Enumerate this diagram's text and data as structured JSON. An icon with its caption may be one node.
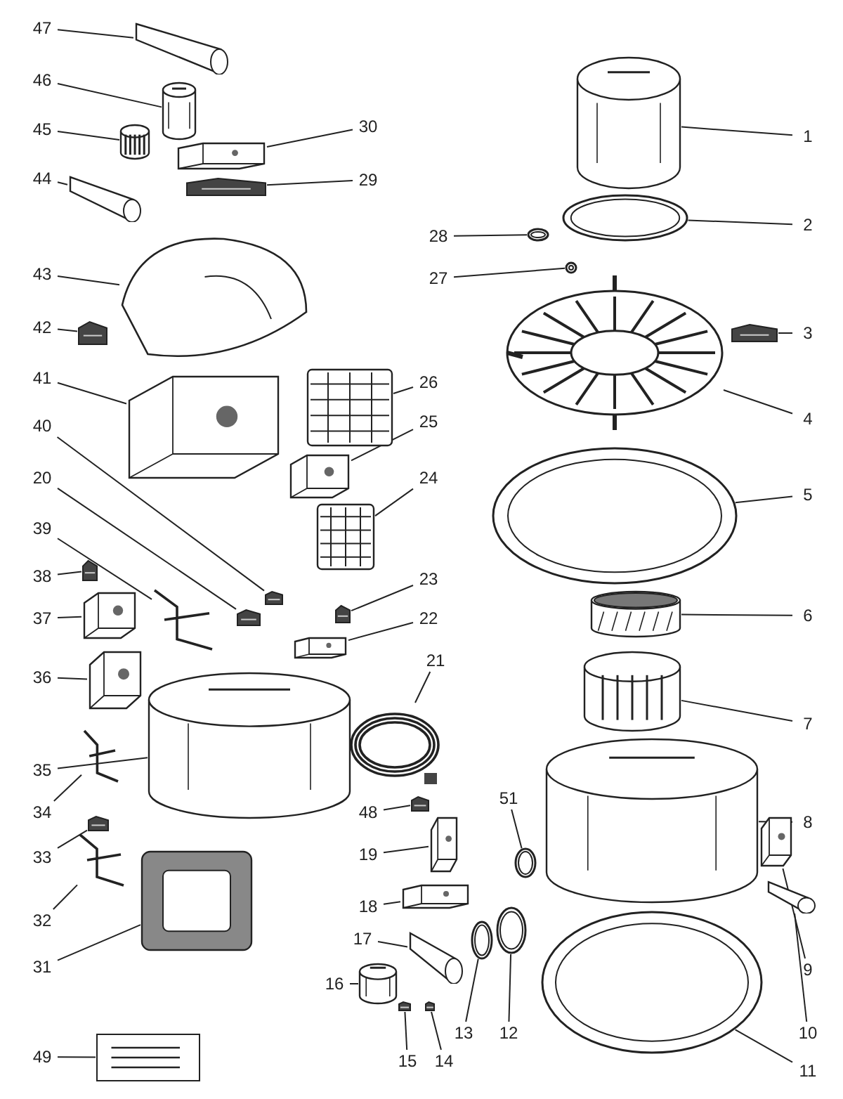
{
  "diagram": {
    "nodes": [
      {
        "text": [
          "47"
        ]
      },
      {
        "text": [],
        "shape": "picture"
      },
      {
        "text": [
          "46"
        ]
      },
      {
        "text": [],
        "shape": "picture"
      },
      {
        "text": [
          "45"
        ]
      },
      {
        "text": [],
        "shape": "picture"
      },
      {
        "text": [
          "44"
        ]
      },
      {
        "text": [],
        "shape": "picture"
      },
      {
        "text": [
          "30"
        ]
      },
      {
        "text": [],
        "shape": "picture"
      },
      {
        "text": [
          "29"
        ]
      },
      {
        "text": [],
        "shape": "picture"
      },
      {
        "text": [
          "43"
        ]
      },
      {
        "text": [],
        "shape": "picture"
      },
      {
        "text": [
          "42"
        ]
      },
      {
        "text": [],
        "shape": "picture"
      },
      {
        "text": [
          "41"
        ]
      },
      {
        "text": [],
        "shape": "picture"
      },
      {
        "text": [
          "26"
        ]
      },
      {
        "text": [],
        "shape": "picture"
      },
      {
        "text": [
          "25"
        ]
      },
      {
        "text": [],
        "shape": "picture"
      },
      {
        "text": [
          "40"
        ]
      },
      {
        "text": [],
        "shape": "picture"
      },
      {
        "text": [
          "20"
        ]
      },
      {
        "text": [],
        "shape": "picture"
      },
      {
        "text": [
          "24"
        ]
      },
      {
        "text": [],
        "shape": "picture"
      },
      {
        "text": [
          "39"
        ]
      },
      {
        "text": [],
        "shape": "picture"
      },
      {
        "text": [
          "38"
        ]
      },
      {
        "text": [],
        "shape": "picture"
      },
      {
        "text": [
          "37"
        ]
      },
      {
        "text": [],
        "shape": "picture"
      },
      {
        "text": [
          "23"
        ]
      },
      {
        "text": [],
        "shape": "picture"
      },
      {
        "text": [
          "22"
        ]
      },
      {
        "text": [],
        "shape": "picture"
      },
      {
        "text": [
          "36"
        ]
      },
      {
        "text": [],
        "shape": "picture"
      },
      {
        "text": [
          "21"
        ]
      },
      {
        "text": [],
        "shape": "picture"
      },
      {
        "text": [
          "35"
        ]
      },
      {
        "text": [],
        "shape": "picture"
      },
      {
        "text": [
          "34"
        ]
      },
      {
        "text": [],
        "shape": "picture"
      },
      {
        "text": [
          "48"
        ]
      },
      {
        "text": [],
        "shape": "picture"
      },
      {
        "text": [
          "33"
        ]
      },
      {
        "text": [],
        "shape": "picture"
      },
      {
        "text": [
          "32"
        ]
      },
      {
        "text": [],
        "shape": "picture"
      },
      {
        "text": [
          "31"
        ]
      },
      {
        "text": [],
        "shape": "picture"
      },
      {
        "text": [
          "49"
        ]
      },
      {
        "text": [],
        "shape": "picture"
      },
      {
        "text": [
          "1"
        ]
      },
      {
        "text": [],
        "shape": "picture"
      },
      {
        "text": [
          "2"
        ]
      },
      {
        "text": [],
        "shape": "picture"
      },
      {
        "text": [
          "28"
        ]
      },
      {
        "text": [],
        "shape": "picture"
      },
      {
        "text": [
          "27"
        ]
      },
      {
        "text": [],
        "shape": "picture"
      },
      {
        "text": [
          "3"
        ]
      },
      {
        "text": [],
        "shape": "picture"
      },
      {
        "text": [
          "4"
        ]
      },
      {
        "text": [],
        "shape": "picture"
      },
      {
        "text": [
          "5"
        ]
      },
      {
        "text": [],
        "shape": "picture"
      },
      {
        "text": [
          "6"
        ]
      },
      {
        "text": [],
        "shape": "picture"
      },
      {
        "text": [
          "7"
        ]
      },
      {
        "text": [],
        "shape": "picture"
      },
      {
        "text": [
          "51"
        ]
      },
      {
        "text": [],
        "shape": "picture"
      },
      {
        "text": [
          "8"
        ]
      },
      {
        "text": [],
        "shape": "picture"
      },
      {
        "text": [
          "19"
        ]
      },
      {
        "text": [],
        "shape": "picture"
      },
      {
        "text": [
          "18"
        ]
      },
      {
        "text": [],
        "shape": "picture"
      },
      {
        "text": [
          "9"
        ]
      },
      {
        "text": [],
        "shape": "picture"
      },
      {
        "text": [
          "17"
        ]
      },
      {
        "text": [],
        "shape": "picture"
      },
      {
        "text": [
          "16"
        ]
      },
      {
        "text": [],
        "shape": "picture"
      },
      {
        "text": [
          "13"
        ]
      },
      {
        "text": [],
        "shape": "picture"
      },
      {
        "text": [
          "12"
        ]
      },
      {
        "text": [],
        "shape": "picture"
      },
      {
        "text": [
          "15"
        ]
      },
      {
        "text": [],
        "shape": "picture"
      },
      {
        "text": [
          "14"
        ]
      },
      {
        "text": [],
        "shape": "picture"
      },
      {
        "text": [
          "10"
        ]
      },
      {
        "text": [],
        "shape": "picture"
      },
      {
        "text": [
          "11"
        ]
      },
      {
        "text": [],
        "shape": "picture"
      }
    ],
    "edges": [
      {
        "from": 0,
        "to": 1,
        "arrow": "none"
      },
      {
        "from": 2,
        "to": 3,
        "arrow": "none"
      },
      {
        "from": 4,
        "to": 5,
        "arrow": "none"
      },
      {
        "from": 6,
        "to": 7,
        "arrow": "none"
      },
      {
        "from": 8,
        "to": 9,
        "arrow": "none"
      },
      {
        "from": 10,
        "to": 11,
        "arrow": "none"
      },
      {
        "from": 12,
        "to": 13,
        "arrow": "none"
      },
      {
        "from": 14,
        "to": 15,
        "arrow": "none"
      },
      {
        "from": 16,
        "to": 17,
        "arrow": "none"
      },
      {
        "from": 18,
        "to": 19,
        "arrow": "none"
      },
      {
        "from": 20,
        "to": 21,
        "arrow": "none"
      },
      {
        "from": 22,
        "to": 23,
        "arrow": "none"
      },
      {
        "from": 24,
        "to": 25,
        "arrow": "none"
      },
      {
        "from": 26,
        "to": 27,
        "arrow": "none"
      },
      {
        "from": 28,
        "to": 29,
        "arrow": "none"
      },
      {
        "from": 30,
        "to": 31,
        "arrow": "none"
      },
      {
        "from": 32,
        "to": 33,
        "arrow": "none"
      },
      {
        "from": 34,
        "to": 35,
        "arrow": "none"
      },
      {
        "from": 36,
        "to": 37,
        "arrow": "none"
      },
      {
        "from": 38,
        "to": 39,
        "arrow": "none"
      },
      {
        "from": 40,
        "to": 41,
        "arrow": "none"
      },
      {
        "from": 42,
        "to": 43,
        "arrow": "none"
      },
      {
        "from": 44,
        "to": 45,
        "arrow": "none"
      },
      {
        "from": 46,
        "to": 47,
        "arrow": "none"
      },
      {
        "from": 48,
        "to": 49,
        "arrow": "none"
      },
      {
        "from": 50,
        "to": 51,
        "arrow": "none"
      },
      {
        "from": 52,
        "to": 53,
        "arrow": "none"
      },
      {
        "from": 54,
        "to": 55,
        "arrow": "none"
      },
      {
        "from": 56,
        "to": 57,
        "arrow": "none"
      },
      {
        "from": 58,
        "to": 59,
        "arrow": "none"
      },
      {
        "from": 60,
        "to": 61,
        "arrow": "none"
      },
      {
        "from": 62,
        "to": 63,
        "arrow": "none"
      },
      {
        "from": 64,
        "to": 65,
        "arrow": "none"
      },
      {
        "from": 66,
        "to": 67,
        "arrow": "none"
      },
      {
        "from": 68,
        "to": 69,
        "arrow": "none"
      },
      {
        "from": 70,
        "to": 71,
        "arrow": "none"
      },
      {
        "from": 72,
        "to": 73,
        "arrow": "none"
      },
      {
        "from": 74,
        "to": 75,
        "arrow": "none"
      },
      {
        "from": 76,
        "to": 77,
        "arrow": "none"
      },
      {
        "from": 78,
        "to": 79,
        "arrow": "none"
      },
      {
        "from": 80,
        "to": 81,
        "arrow": "none"
      },
      {
        "from": 82,
        "to": 83,
        "arrow": "none"
      },
      {
        "from": 84,
        "to": 85,
        "arrow": "none"
      },
      {
        "from": 86,
        "to": 87,
        "arrow": "none"
      },
      {
        "from": 88,
        "to": 89,
        "arrow": "none"
      },
      {
        "from": 90,
        "to": 91,
        "arrow": "none"
      },
      {
        "from": 92,
        "to": 93,
        "arrow": "none"
      },
      {
        "from": 94,
        "to": 95,
        "arrow": "none"
      },
      {
        "from": 96,
        "to": 97,
        "arrow": "none"
      },
      {
        "from": 98,
        "to": 99,
        "arrow": "none"
      }
    ]
  }
}
